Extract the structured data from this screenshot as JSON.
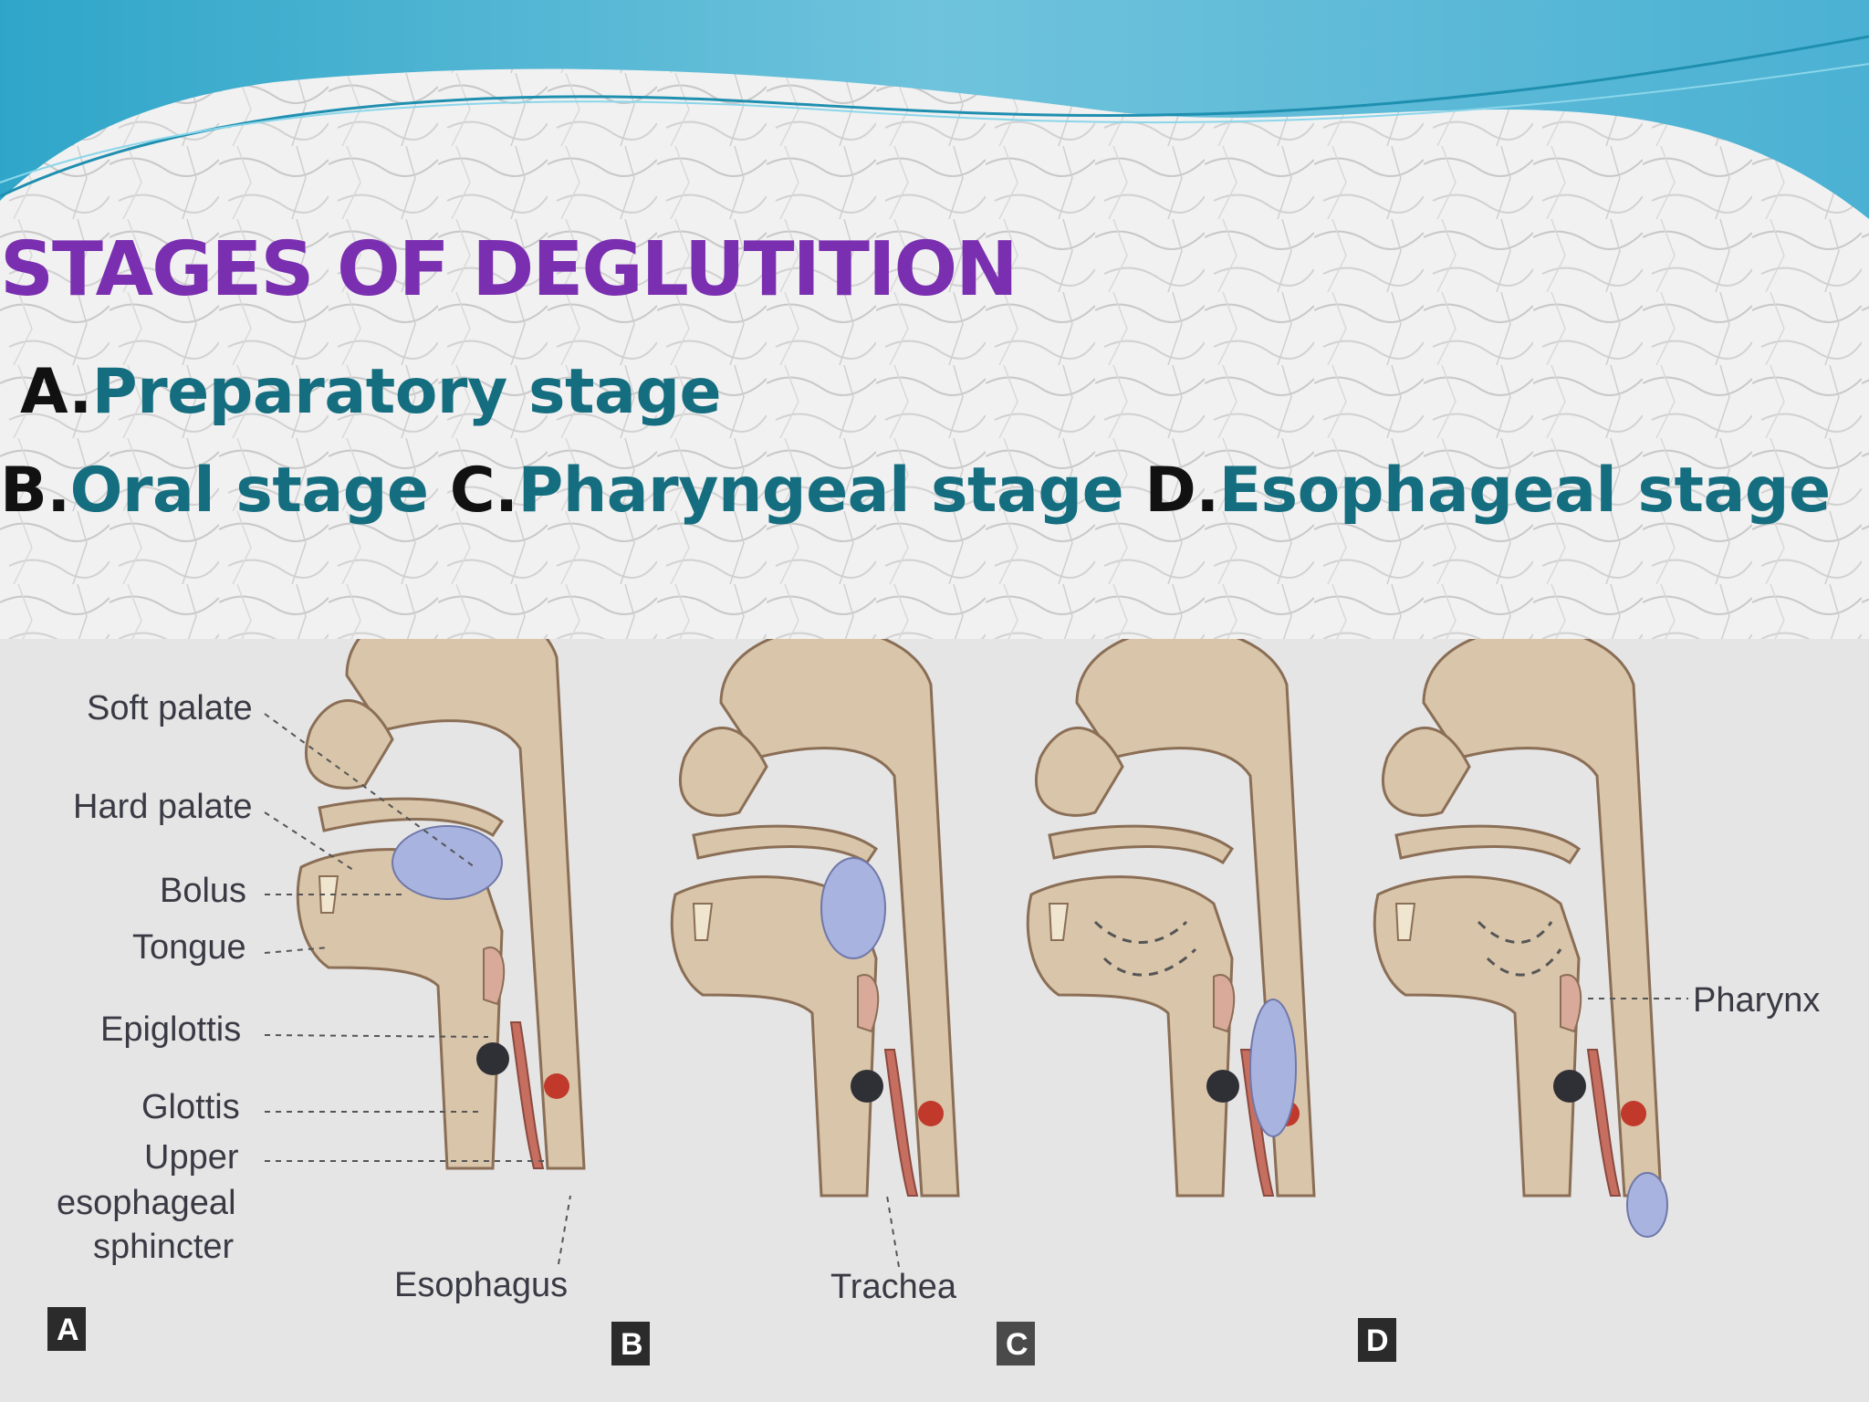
{
  "title": "STAGES OF DEGLUTITION",
  "stages": [
    {
      "letter": "A.",
      "name": "Preparatory stage"
    },
    {
      "letter": "B.",
      "name": "Oral stage"
    },
    {
      "letter": "C.",
      "name": "Pharyngeal stage"
    },
    {
      "letter": "D.",
      "name": "Esophageal stage"
    }
  ],
  "figure": {
    "labels": {
      "soft_palate": "Soft palate",
      "hard_palate": "Hard palate",
      "bolus": "Bolus",
      "tongue": "Tongue",
      "epiglottis": "Epiglottis",
      "glottis": "Glottis",
      "ues_1": "Upper",
      "ues_2": "esophageal",
      "ues_3": "sphincter",
      "esophagus": "Esophagus",
      "trachea": "Trachea",
      "pharynx": "Pharynx"
    },
    "panels": [
      "A",
      "B",
      "C",
      "D"
    ]
  },
  "colors": {
    "title": "#7a2fb0",
    "stage_name": "#156e80",
    "stage_letter": "#111111",
    "tissue": "#d8c5aa",
    "bolus": "#a9b3e0",
    "sphincter": "#c0392b"
  }
}
